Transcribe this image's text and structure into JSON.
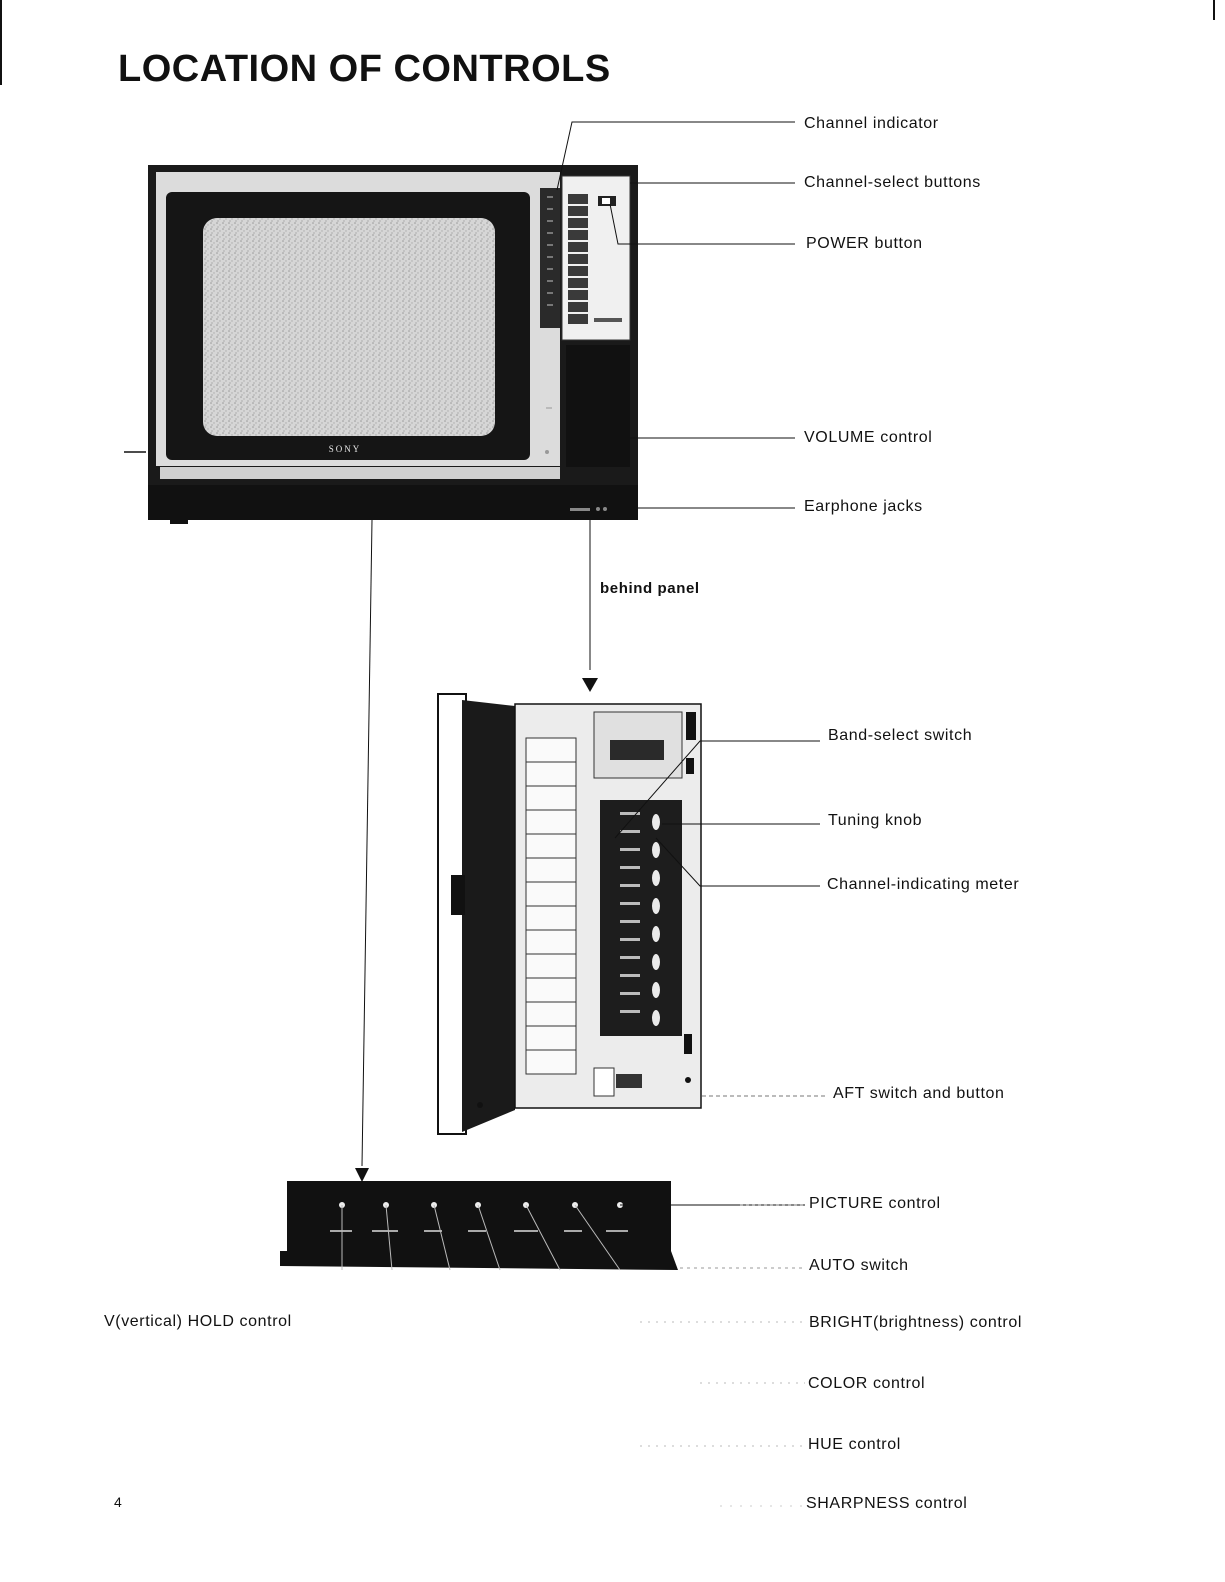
{
  "page": {
    "title": "LOCATION OF CONTROLS",
    "page_number": "4"
  },
  "labels": {
    "channel_indicator": "Channel indicator",
    "channel_select_buttons": "Channel-select buttons",
    "power_button": "POWER button",
    "volume_control": "VOLUME control",
    "earphone_jacks": "Earphone jacks",
    "behind_panel": "behind panel",
    "band_select_switch": "Band-select switch",
    "tuning_knob": "Tuning knob",
    "channel_indicating_meter": "Channel-indicating meter",
    "aft_switch": "AFT switch and button",
    "picture_control": "PICTURE control",
    "auto_switch": "AUTO switch",
    "vhold_control": "V(vertical) HOLD control",
    "bright_control": "BRIGHT(brightness) control",
    "color_control": "COLOR control",
    "hue_control": "HUE control",
    "sharpness_control": "SHARPNESS control"
  },
  "tv": {
    "brand": "SONY"
  },
  "colors": {
    "ink": "#111111",
    "screen": "#cfcfcf",
    "panel_light": "#e6e6e6"
  }
}
